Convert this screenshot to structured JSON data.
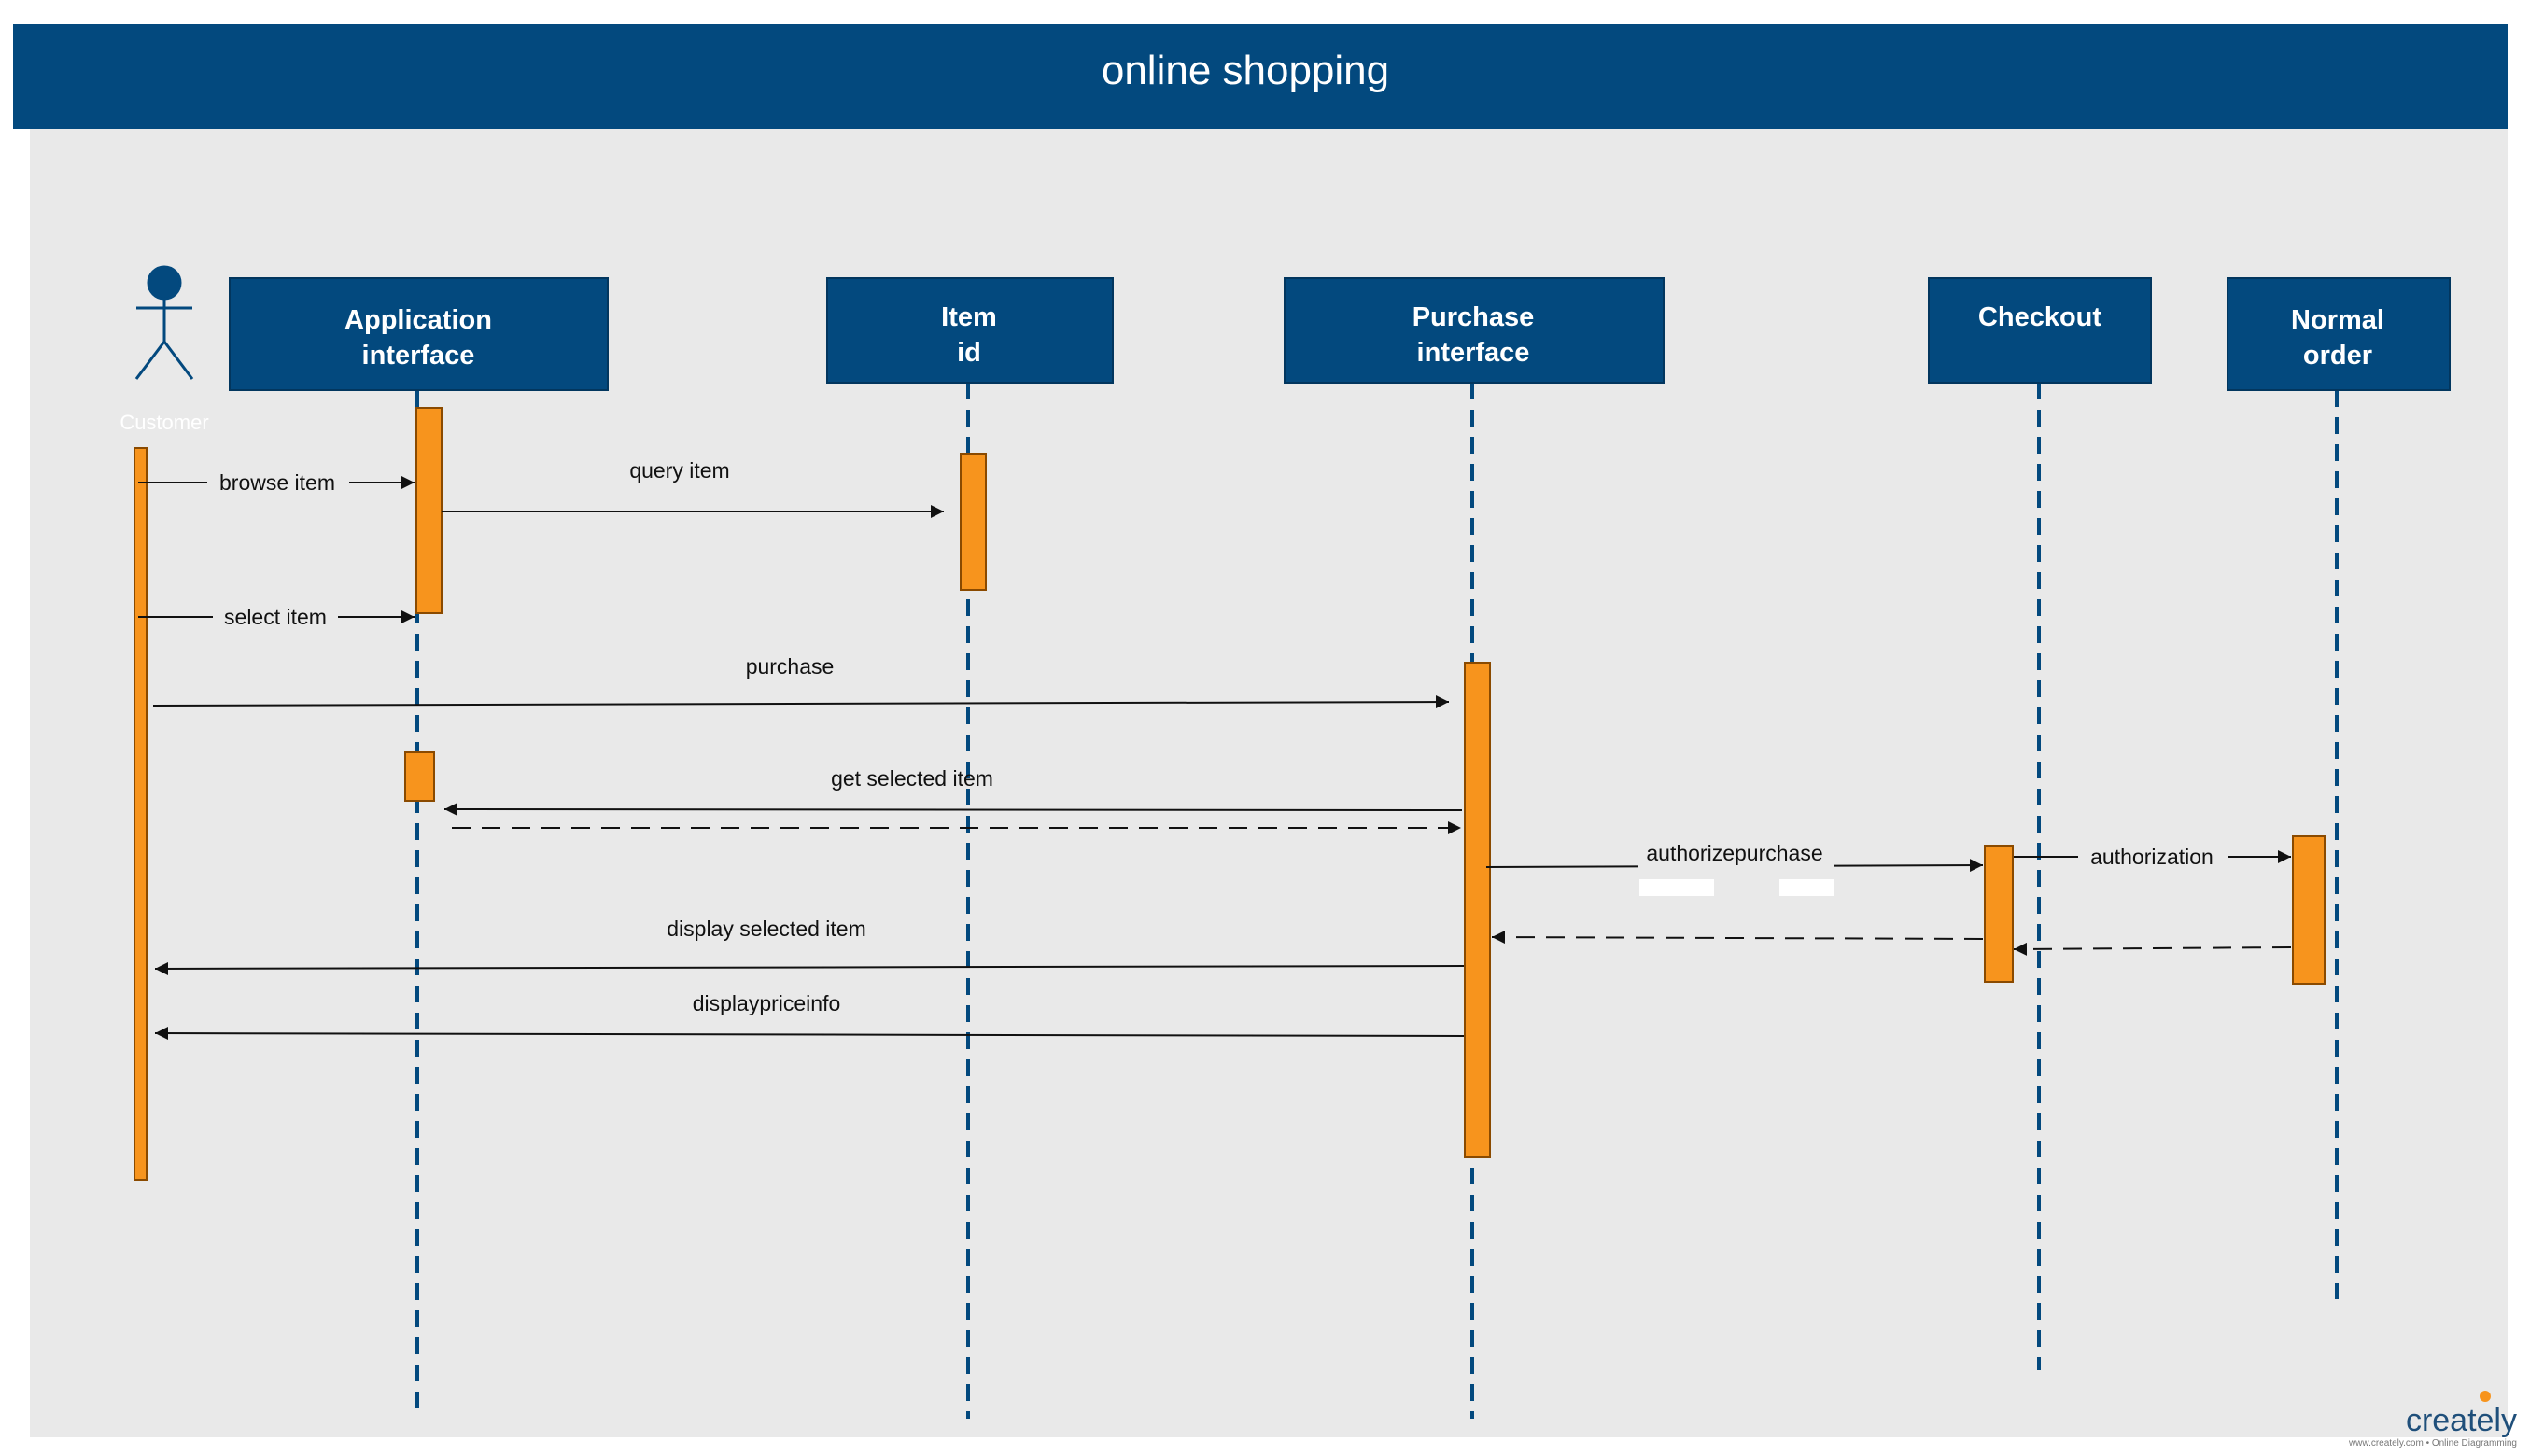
{
  "diagram": {
    "title": "online shopping",
    "colors": {
      "header": "#03497e",
      "canvas": "#e9e9e9",
      "box": "#03497e",
      "activation": "#f7941d",
      "line": "#111111",
      "lifeline": "#03497e"
    },
    "actor": {
      "label": "Customer",
      "icon": "stick-figure-icon"
    },
    "participants": [
      {
        "id": "app",
        "label": [
          "Application",
          "interface"
        ]
      },
      {
        "id": "item",
        "label": [
          "Item",
          "id"
        ]
      },
      {
        "id": "purchase",
        "label": [
          "Purchase",
          "interface"
        ]
      },
      {
        "id": "checkout",
        "label": [
          "Checkout"
        ]
      },
      {
        "id": "order",
        "label": [
          "Normal",
          "order"
        ]
      }
    ],
    "messages": [
      {
        "from": "customer",
        "to": "app",
        "label": "browse item",
        "style": "solid"
      },
      {
        "from": "app",
        "to": "item",
        "label": "query item",
        "style": "solid"
      },
      {
        "from": "customer",
        "to": "app",
        "label": "select item",
        "style": "solid"
      },
      {
        "from": "customer",
        "to": "purchase",
        "label": "purchase",
        "style": "solid"
      },
      {
        "from": "purchase",
        "to": "app",
        "label": "get selected item",
        "style": "solid"
      },
      {
        "from": "app",
        "to": "purchase",
        "label": "",
        "style": "dashed"
      },
      {
        "from": "purchase",
        "to": "checkout",
        "label": "authorizepurchase",
        "style": "solid"
      },
      {
        "from": "checkout",
        "to": "order",
        "label": "authorization",
        "style": "solid"
      },
      {
        "from": "checkout",
        "to": "purchase",
        "label": "",
        "style": "dashed"
      },
      {
        "from": "order",
        "to": "checkout",
        "label": "",
        "style": "dashed"
      },
      {
        "from": "purchase",
        "to": "customer",
        "label": "display selected item",
        "style": "solid"
      },
      {
        "from": "purchase",
        "to": "customer",
        "label": "displaypriceinfo",
        "style": "solid"
      }
    ],
    "watermark": {
      "brand": "creately",
      "tagline": "www.creately.com • Online Diagramming"
    }
  }
}
